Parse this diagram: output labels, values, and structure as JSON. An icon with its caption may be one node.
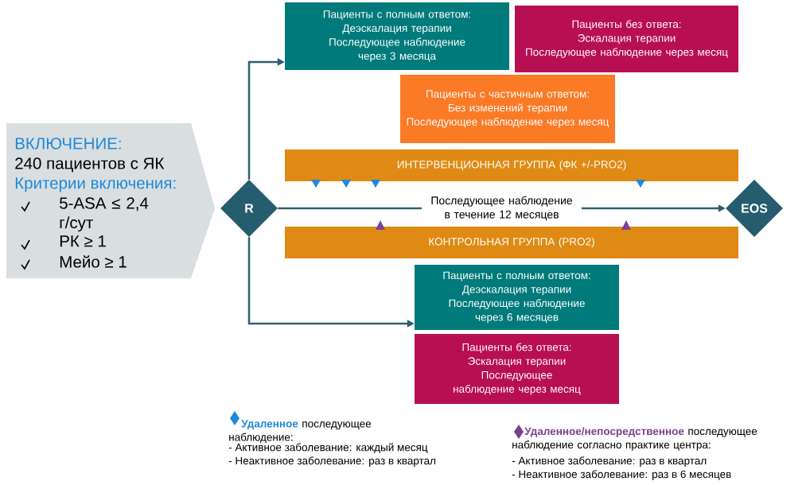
{
  "diagram": {
    "nodes": [
      {
        "text": [
          "ВКЛЮЧЕНИЕ:",
          "240 пациентов с ЯК",
          "Критерии включения:",
          "5-ASA ≤ 2,4 г/сут",
          "РК ≥ 1",
          "Мейо ≥ 1"
        ]
      },
      {
        "text": [
          "R"
        ]
      },
      {
        "text": [
          "Пациенты с полным ответом:",
          "Деэскалация терапии",
          "Последующее наблюдение через 3 месяца"
        ]
      },
      {
        "text": [
          "Пациенты без ответа:",
          "Эскалация терапии",
          "Последующее наблюдение через месяц"
        ]
      },
      {
        "text": [
          "Пациенты с частичным ответом:",
          "Без изменений терапии",
          "Последующее наблюдение через месяц"
        ]
      },
      {
        "text": [
          "ИНТЕРВЕНЦИОННАЯ ГРУППА (ФК +/-PRO2)"
        ]
      },
      {
        "text": [
          "КОНТРОЛЬНАЯ ГРУППА (PRO2)"
        ]
      },
      {
        "text": [
          "EOS"
        ]
      },
      {
        "text": [
          "Пациенты с полным ответом:",
          "Деэскалация терапии",
          "Последующее наблюдение через 6 месяцев"
        ]
      },
      {
        "text": [
          "Пациенты без ответа:",
          "Эскалация терапии",
          "Последующее наблюдение через месяц"
        ]
      }
    ],
    "edges": [
      {
        "from": 1,
        "to": 2,
        "arrow": "to"
      },
      {
        "from": 1,
        "to": 7,
        "arrow": "to",
        "label": "Последующее наблюдение в течение 12 месяцев"
      },
      {
        "from": 1,
        "to": 8,
        "arrow": "to"
      }
    ],
    "labels": [
      "- Активное заболевание: каждый месяц",
      "- Неактивное заболевание: раз в квартал",
      "- Активное заболевание: раз в квартал",
      "- Неактивное заболевание: раз в 6 месяцев"
    ],
    "legend": [
      {
        "text": "**Удаленное** последующее наблюдение:"
      },
      {
        "text": "**Удаленное/непосредственное** последующее наблюдение согласно практике центра:"
      }
    ]
  }
}
